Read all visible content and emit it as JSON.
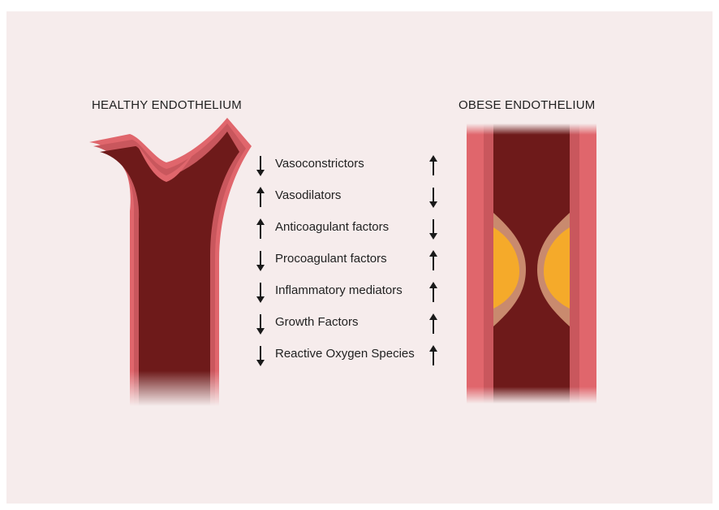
{
  "healthy": {
    "title": "HEALTHY ENDOTHELIUM"
  },
  "obese": {
    "title": "OBESE ENDOTHELIUM"
  },
  "factors": [
    {
      "label": "Vasoconstrictors",
      "healthy": "down",
      "obese": "up"
    },
    {
      "label": "Vasodilators",
      "healthy": "up",
      "obese": "down"
    },
    {
      "label": "Anticoagulant factors",
      "healthy": "up",
      "obese": "down"
    },
    {
      "label": "Procoagulant factors",
      "healthy": "down",
      "obese": "up"
    },
    {
      "label": "Inflammatory mediators",
      "healthy": "down",
      "obese": "up"
    },
    {
      "label": "Growth Factors",
      "healthy": "down",
      "obese": "up"
    },
    {
      "label": "Reactive Oxygen Species",
      "healthy": "down",
      "obese": "up"
    }
  ],
  "colors": {
    "background": "#f6ecec",
    "vessel_outer": "#e0666c",
    "vessel_wall": "#c9575d",
    "vessel_lumen": "#6e1a1a",
    "plaque_outer": "#c98a6e",
    "plaque_core": "#f5aa2a",
    "arrow": "#1a1a1a"
  }
}
